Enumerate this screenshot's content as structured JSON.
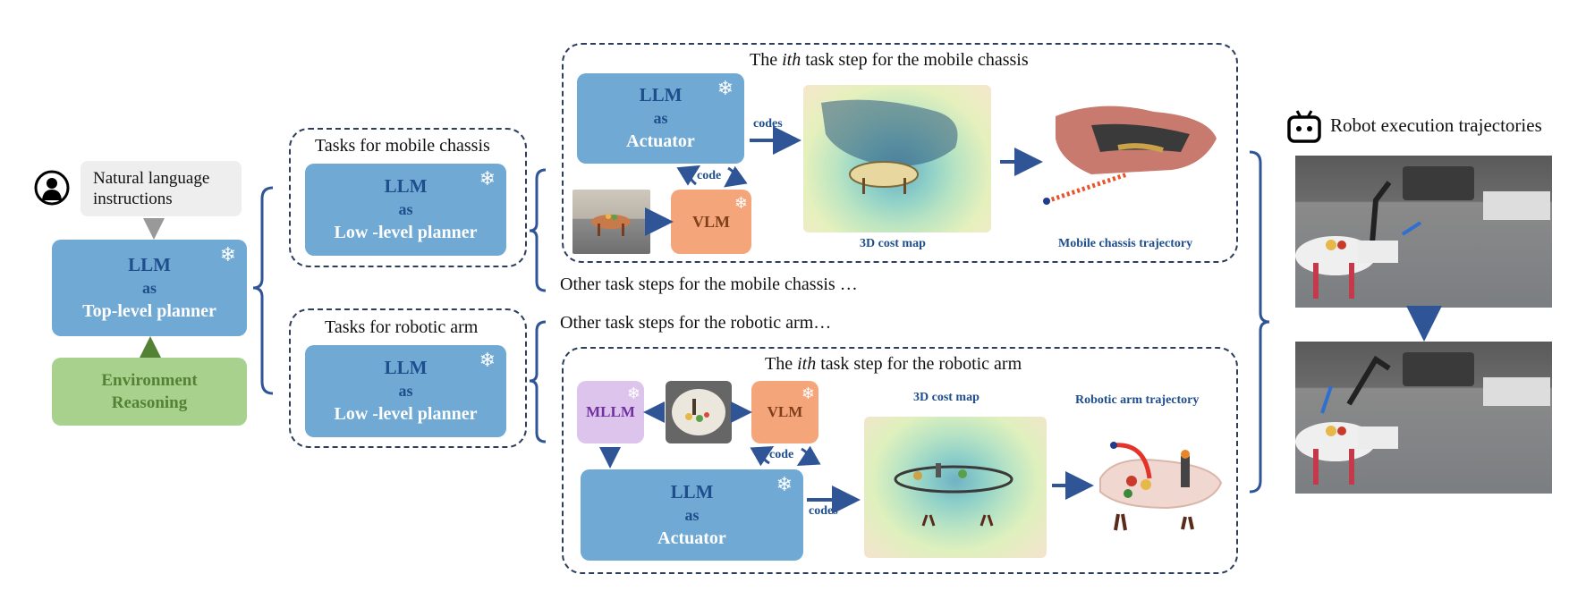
{
  "instructions": {
    "text": "Natural language instructions"
  },
  "top_planner": {
    "line1": "LLM",
    "line2": "as",
    "line3": "Top-level planner"
  },
  "env": {
    "line1": "Environment",
    "line2": "Reasoning"
  },
  "mobile_tasks": {
    "title": "Tasks  for mobile chassis",
    "line1": "LLM",
    "line2": "as",
    "line3": "Low -level planner"
  },
  "arm_tasks": {
    "title": "Tasks  for robotic arm",
    "line1": "LLM",
    "line2": "as",
    "line3": "Low -level planner"
  },
  "mobile_step": {
    "title_pre": "The ",
    "title_ith": "ith",
    "title_post": " task step for the mobile chassis",
    "actuator": {
      "line1": "LLM",
      "line2": "as",
      "line3": "Actuator"
    },
    "vlm": "VLM",
    "codes_label": "codes",
    "code_label": "code",
    "cost_map_caption": "3D cost map",
    "trajectory_caption": "Mobile chassis trajectory"
  },
  "other_mobile": "Other task steps for the mobile chassis …",
  "other_arm": "Other task steps for the robotic arm…",
  "arm_step": {
    "title_pre": "The ",
    "title_ith": "ith",
    "title_post": " task step for the robotic arm",
    "mllm": "MLLM",
    "vlm": "VLM",
    "code_label": "code",
    "codes_label": "codes",
    "actuator": {
      "line1": "LLM",
      "line2": "as",
      "line3": "Actuator"
    },
    "cost_map_caption": "3D cost map",
    "trajectory_caption": "Robotic arm  trajectory"
  },
  "robot_exec": {
    "title": "Robot execution trajectories"
  },
  "colors": {
    "blue_box": "#6fa9d4",
    "green_box": "#a9d18e",
    "orange_box": "#f4a57a",
    "purple_box": "#dcc4ec",
    "gray_box": "#eeeeee",
    "bracket": "#2f5597",
    "arrow": "#2f5597"
  },
  "icons": {
    "snowflake": "❄",
    "person": "person-icon",
    "robot": "robot-icon"
  }
}
